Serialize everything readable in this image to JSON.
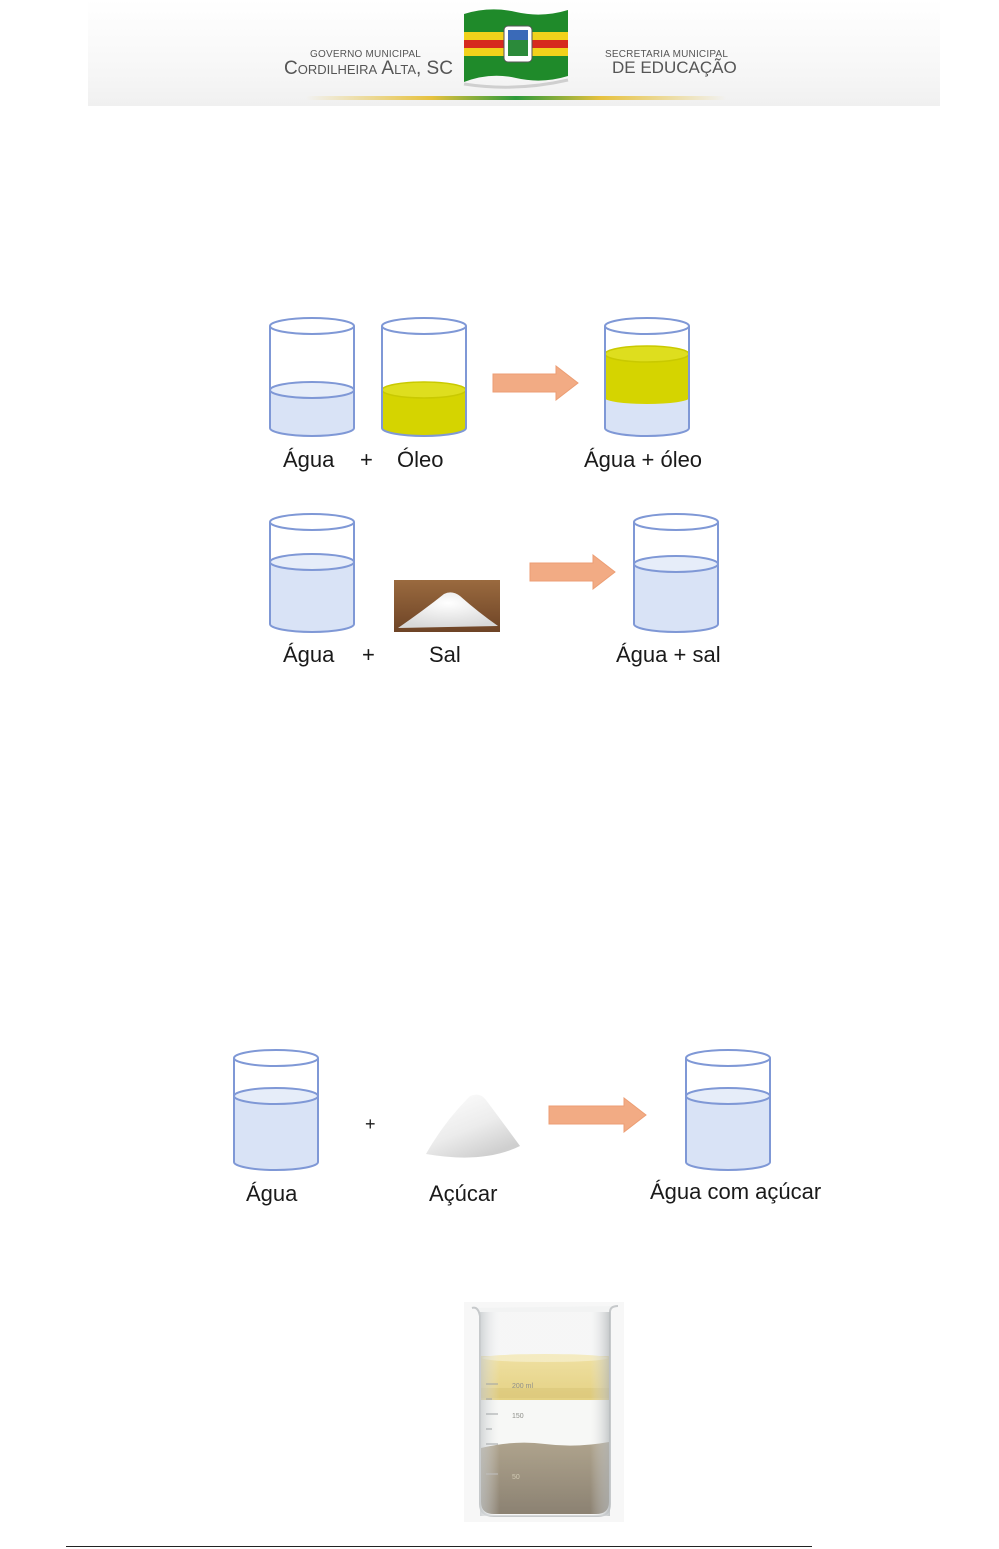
{
  "header": {
    "left_small": "GOVERNO MUNICIPAL",
    "left_big": "Cordilheira Alta, SC",
    "right_small": "SECRETARIA MUNICIPAL",
    "right_big": "DE EDUCAÇÃO"
  },
  "diagram_oil": {
    "water_label": "Água",
    "plus": "+",
    "oil_label": "Óleo",
    "result_label": "Água + óleo"
  },
  "diagram_salt": {
    "water_label": "Água",
    "plus": "+",
    "salt_label": "Sal",
    "result_label": "Água + sal"
  },
  "diagram_sugar": {
    "water_label": "Água",
    "plus": "+",
    "sugar_label": "Açúcar",
    "result_label": "Água com açúcar"
  },
  "beaker_photo": {
    "mark_200": "200 ml",
    "mark_150": "150",
    "mark_50": "50"
  },
  "colors": {
    "water": "#d9e3f6",
    "glass_outline": "#7f98d6",
    "oil": "#d5d400",
    "arrow": "#f2ab84"
  }
}
